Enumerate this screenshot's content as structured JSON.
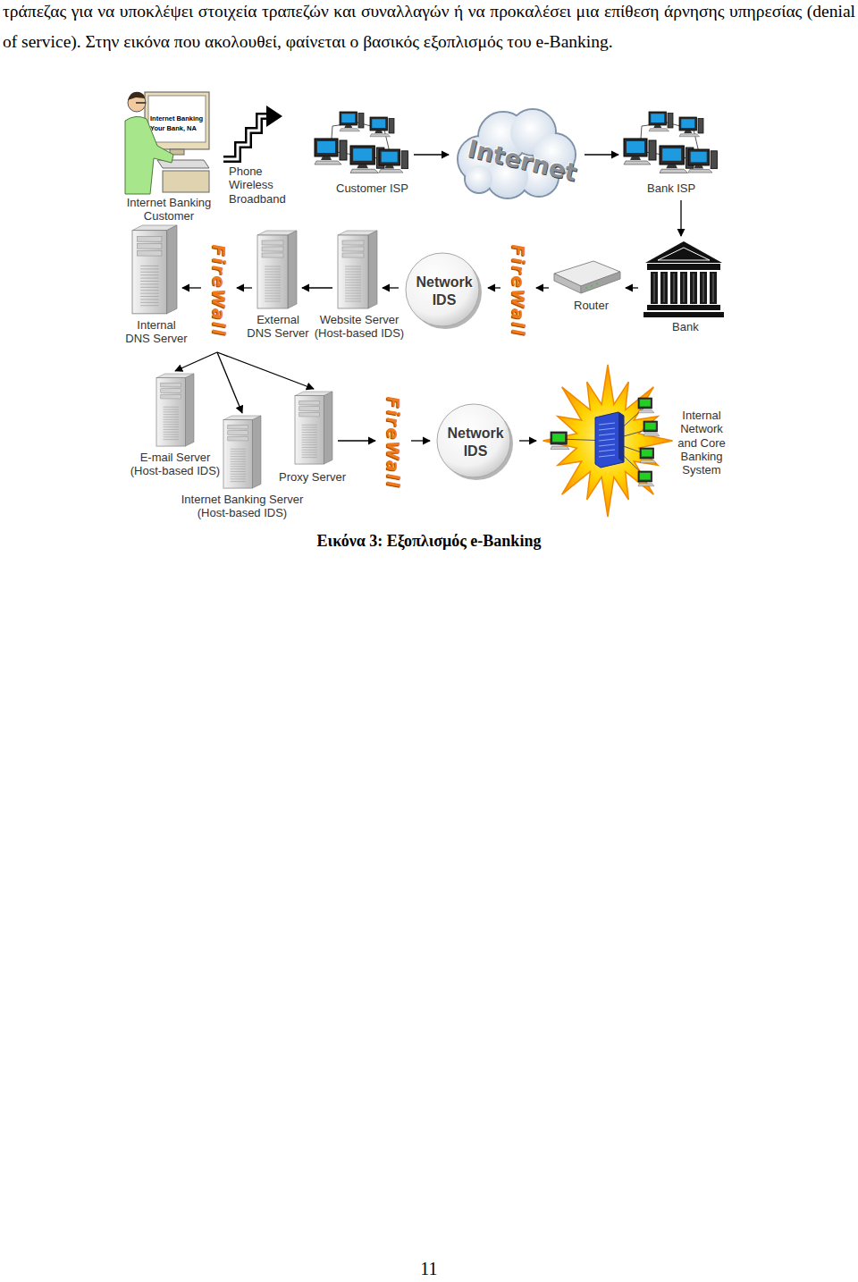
{
  "diagram": {
    "caption": "Εικόνα 3: Εξοπλισμός e-Banking",
    "nodes": [
      {
        "text": [
          "Internet Banking Customer"
        ]
      },
      {
        "text": [
          "Phone Wireless Broadband"
        ]
      },
      {
        "text": [
          "Customer ISP"
        ]
      },
      {
        "text": [
          "Internet"
        ]
      },
      {
        "text": [
          "Bank ISP"
        ]
      },
      {
        "text": [
          "Bank"
        ]
      },
      {
        "text": [
          "Router"
        ]
      },
      {
        "text": [
          "FireWall"
        ]
      },
      {
        "text": [
          "Network IDS"
        ]
      },
      {
        "text": [
          "Website Server (Host-based IDS)"
        ]
      },
      {
        "text": [
          "External DNS Server"
        ]
      },
      {
        "text": [
          "FireWall"
        ]
      },
      {
        "text": [
          "Internal DNS Server"
        ]
      },
      {
        "text": [
          "E-mail Server (Host-based IDS)"
        ]
      },
      {
        "text": [
          "Internet Banking Server (Host-based IDS)"
        ]
      },
      {
        "text": [
          "Proxy Server"
        ]
      },
      {
        "text": [
          "FireWall"
        ]
      },
      {
        "text": [
          "Network IDS"
        ]
      },
      {
        "text": [
          "Internal Network and Core Banking System"
        ]
      }
    ],
    "edges": [
      {
        "from": 2,
        "to": 3,
        "arrow": "to"
      },
      {
        "from": 3,
        "to": 4,
        "arrow": "to"
      },
      {
        "from": 4,
        "to": 5,
        "arrow": "to"
      },
      {
        "from": 5,
        "to": 6,
        "arrow": "to"
      },
      {
        "from": 6,
        "to": 7,
        "arrow": "to"
      },
      {
        "from": 7,
        "to": 8,
        "arrow": "to"
      },
      {
        "from": 8,
        "to": 9,
        "arrow": "to"
      },
      {
        "from": 9,
        "to": 10,
        "arrow": "to"
      },
      {
        "from": 10,
        "to": 11,
        "arrow": "to"
      },
      {
        "from": 11,
        "to": 12,
        "arrow": "to"
      },
      {
        "from": 12,
        "to": 13,
        "arrow": "to"
      },
      {
        "from": 12,
        "to": 14,
        "arrow": "to"
      },
      {
        "from": 12,
        "to": 15,
        "arrow": "to"
      },
      {
        "from": 15,
        "to": 16,
        "arrow": "to"
      },
      {
        "from": 16,
        "to": 17,
        "arrow": "to"
      },
      {
        "from": 17,
        "to": 18,
        "arrow": "to"
      }
    ],
    "labels": [
      "τράπεζας για να υποκλέψει στοιχεία τραπεζών και συναλλαγών ή να προκαλέσει μια επίθεση άρνησης υπηρεσίας (denial of service). Στην εικόνα που ακολουθεί, φαίνεται ο βασικός εξοπλισμός του e-Banking.",
      "Internet Banking",
      "Your Bank, NA",
      "11"
    ]
  }
}
